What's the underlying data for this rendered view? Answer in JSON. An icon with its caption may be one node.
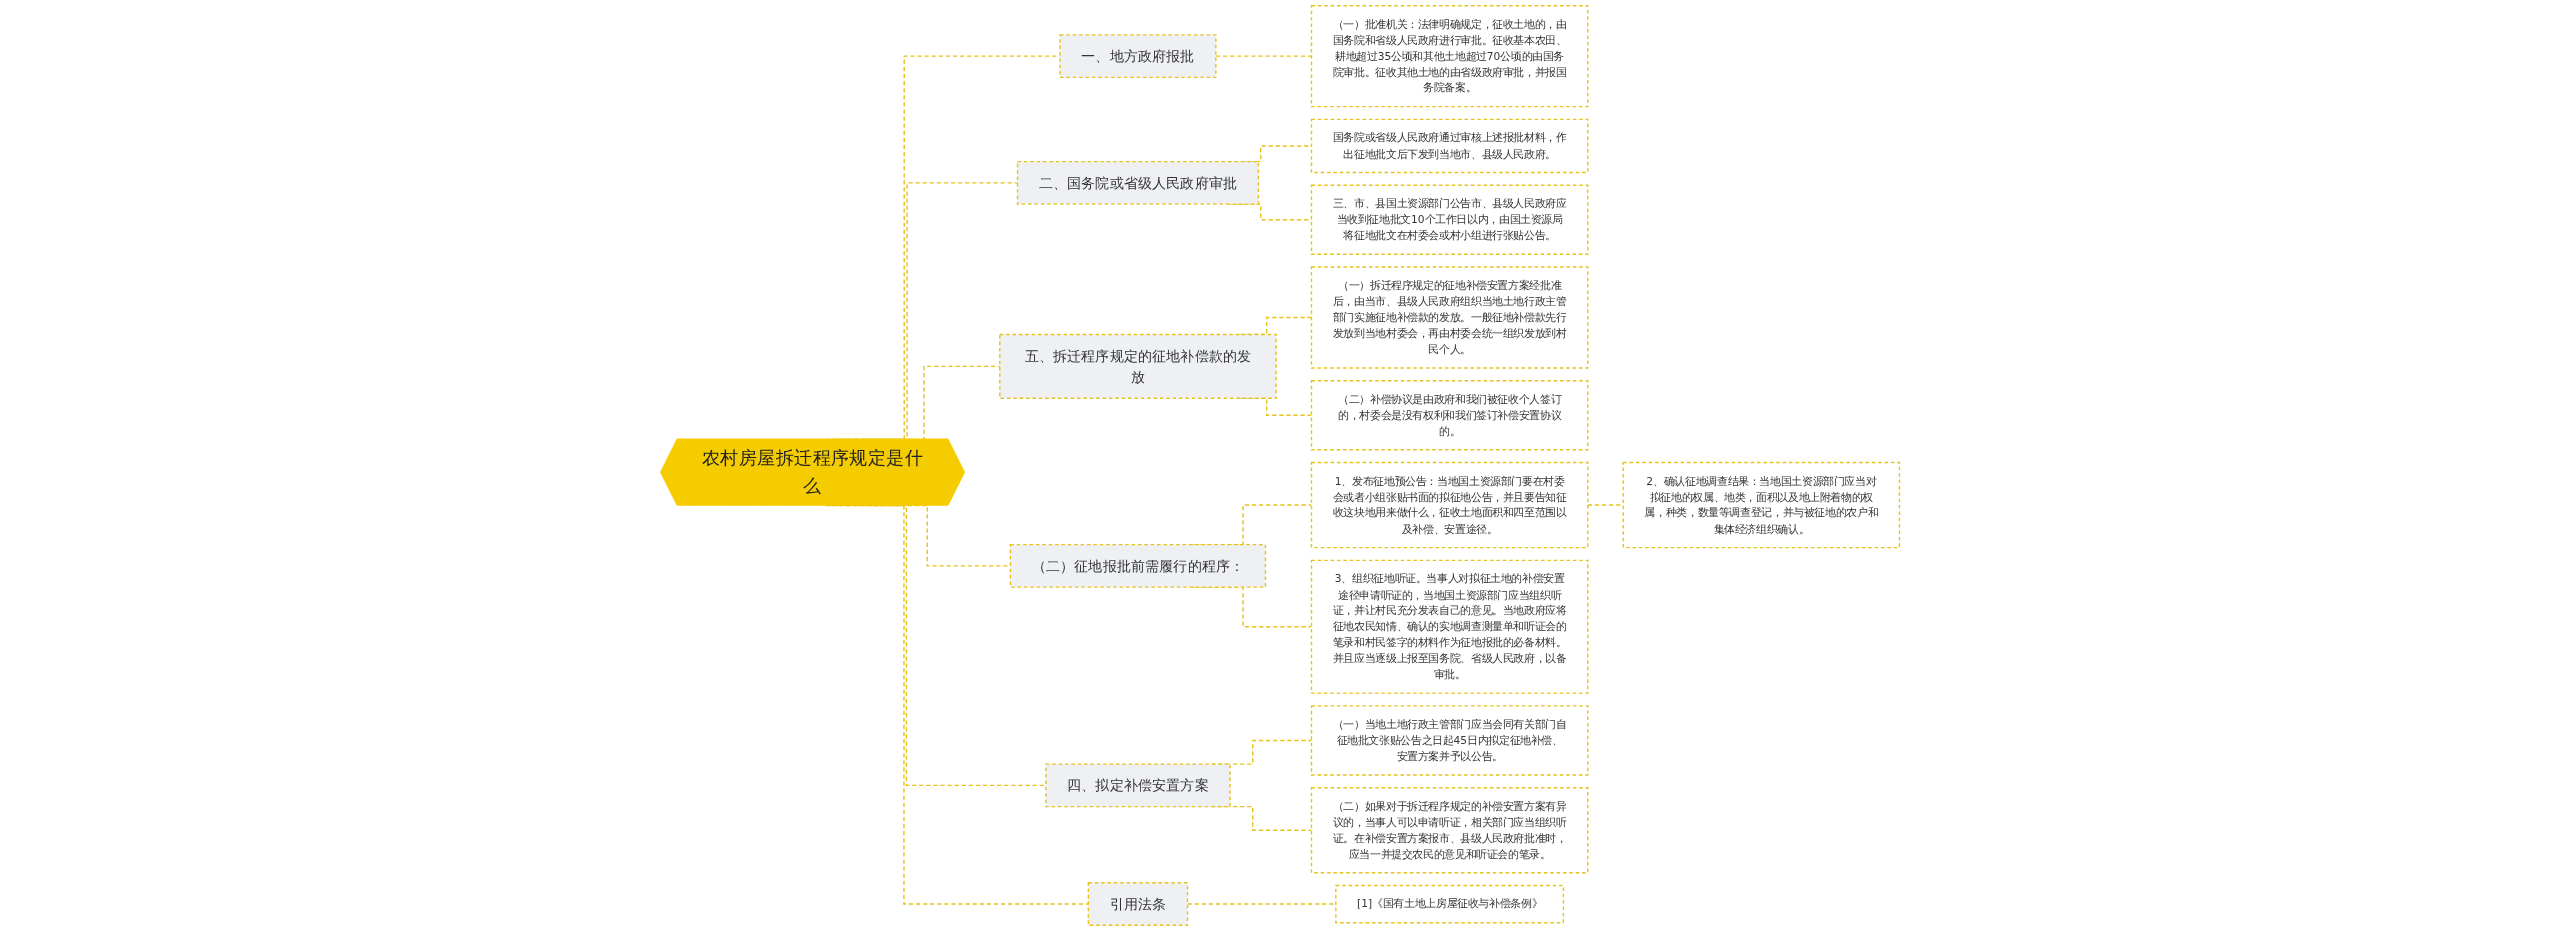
{
  "diagram": {
    "nodes": [
      {
        "text": [
          "农村房屋拆迁程序规定是什么"
        ]
      },
      {
        "text": [
          "一、地方政府报批"
        ]
      },
      {
        "text": [
          "（一）批准机关：法律明确规定，征收土地的，由国务院和省级人民政府进行审批。征收基本农田、耕地超过35公顷和其他土地超过70公顷的由国务院审批。征收其他土地的由省级政府审批，并报国务院备案。"
        ]
      },
      {
        "text": [
          "二、国务院或省级人民政府审批"
        ]
      },
      {
        "text": [
          "国务院或省级人民政府通过审核上述报批材料，作出征地批文后下发到当地市、县级人民政府。"
        ]
      },
      {
        "text": [
          "三、市、县国土资源部门公告市、县级人民政府应当收到征地批文10个工作日以内，由国土资源局将征地批文在村委会或村小组进行张贴公告。"
        ]
      },
      {
        "text": [
          "五、拆迁程序规定的征地补偿款的发放"
        ]
      },
      {
        "text": [
          "（一）拆迁程序规定的征地补偿安置方案经批准后，由当市、县级人民政府组织当地土地行政主管部门实施征地补偿款的发放。一般征地补偿款先行发放到当地村委会，再由村委会统一组织发放到村民个人。"
        ]
      },
      {
        "text": [
          "（二）补偿协议是由政府和我们被征收个人签订的，村委会是没有权利和我们签订补偿安置协议的。"
        ]
      },
      {
        "text": [
          "（二）征地报批前需履行的程序："
        ]
      },
      {
        "text": [
          "1、发布征地预公告：当地国土资源部门要在村委会或者小组张贴书面的拟征地公告，并且要告知征收这块地用来做什么，征收土地面积和四至范围以及补偿、安置途径。"
        ]
      },
      {
        "text": [
          "2、确认征地调查结果：当地国土资源部门应当对拟征地的权属、地类，面积以及地上附着物的权属，种类，数量等调查登记，并与被征地的农户和集体经济组织确认。"
        ]
      },
      {
        "text": [
          "3、组织征地听证。当事人对拟征土地的补偿安置途径申请听证的，当地国土资源部门应当组织听证，并让村民充分发表自己的意见。当地政府应将征地农民知情、确认的实地调查测量单和听证会的笔录和村民签字的材料作为征地报批的必备材料。并且应当逐级上报至国务院、省级人民政府，以备审批。"
        ]
      },
      {
        "text": [
          "四、拟定补偿安置方案"
        ]
      },
      {
        "text": [
          "（一）当地土地行政主管部门应当会同有关部门自征地批文张贴公告之日起45日内拟定征地补偿、安置方案并予以公告。"
        ]
      },
      {
        "text": [
          "（二）如果对于拆迁程序规定的补偿安置方案有异议的，当事人可以申请听证，相关部门应当组织听证。在补偿安置方案报市、县级人民政府批准时，应当一并提交农民的意见和听证会的笔录。"
        ]
      },
      {
        "text": [
          "引用法条"
        ]
      },
      {
        "text": [
          "[1]《国有土地上房屋征收与补偿条例》"
        ]
      }
    ],
    "edges": [
      {
        "from": 0,
        "to": 1,
        "arrow": "none",
        "style": "dashed"
      },
      {
        "from": 1,
        "to": 2,
        "arrow": "none",
        "style": "dashed"
      },
      {
        "from": 0,
        "to": 3,
        "arrow": "none",
        "style": "dashed"
      },
      {
        "from": 3,
        "to": 4,
        "arrow": "none",
        "style": "dashed"
      },
      {
        "from": 3,
        "to": 5,
        "arrow": "none",
        "style": "dashed"
      },
      {
        "from": 0,
        "to": 6,
        "arrow": "none",
        "style": "dashed"
      },
      {
        "from": 6,
        "to": 7,
        "arrow": "none",
        "style": "dashed"
      },
      {
        "from": 6,
        "to": 8,
        "arrow": "none",
        "style": "dashed"
      },
      {
        "from": 0,
        "to": 9,
        "arrow": "none",
        "style": "dashed"
      },
      {
        "from": 9,
        "to": 10,
        "arrow": "none",
        "style": "dashed"
      },
      {
        "from": 10,
        "to": 11,
        "arrow": "none",
        "style": "dashed"
      },
      {
        "from": 9,
        "to": 12,
        "arrow": "none",
        "style": "dashed"
      },
      {
        "from": 0,
        "to": 13,
        "arrow": "none",
        "style": "dashed"
      },
      {
        "from": 13,
        "to": 14,
        "arrow": "none",
        "style": "dashed"
      },
      {
        "from": 13,
        "to": 15,
        "arrow": "none",
        "style": "dashed"
      },
      {
        "from": 0,
        "to": 16,
        "arrow": "none",
        "style": "dashed"
      },
      {
        "from": 16,
        "to": 17,
        "arrow": "none",
        "style": "dashed"
      }
    ]
  }
}
